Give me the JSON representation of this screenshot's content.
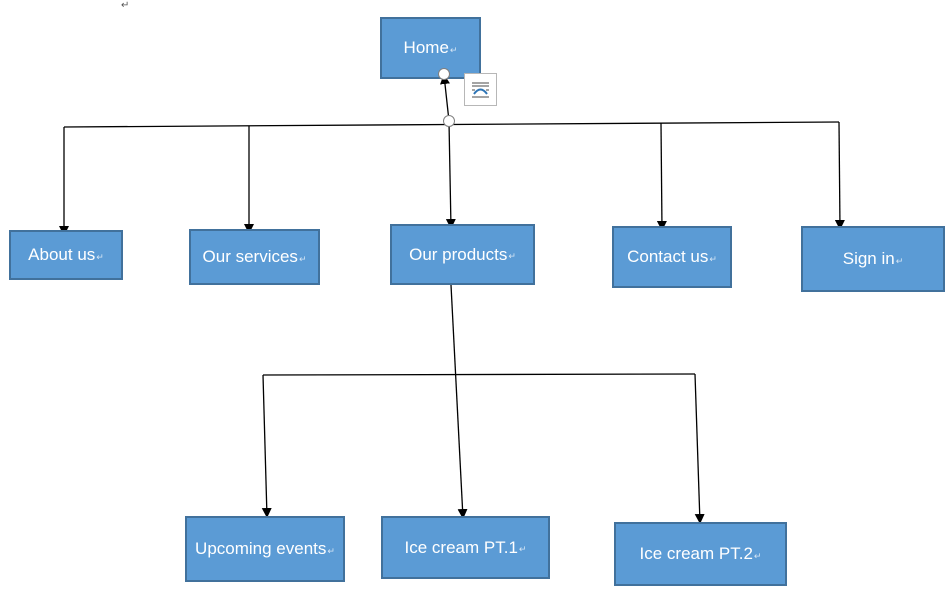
{
  "document": {
    "paragraph_mark": "↵"
  },
  "nodes": {
    "home": "Home",
    "about_us": "About us",
    "our_services": "Our services",
    "our_products": "Our products",
    "contact_us": "Contact us",
    "sign_in": "Sign in",
    "upcoming_events": "Upcoming events",
    "ice_cream_pt1": "Ice cream PT.1",
    "ice_cream_pt2": "Ice cream PT.2"
  },
  "colors": {
    "box_fill": "#5b9bd5",
    "box_border": "#41719c",
    "box_text": "#ffffff",
    "connector": "#000000"
  },
  "icons": {
    "layout_options": "layout-options-icon",
    "handle": "connector-handle-icon"
  }
}
